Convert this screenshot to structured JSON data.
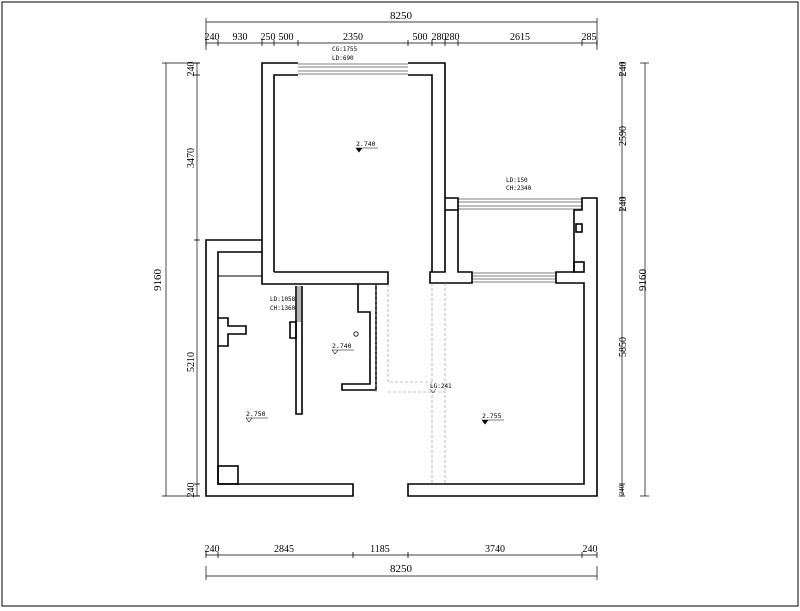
{
  "dimensions": {
    "top_total": "8250",
    "top_segments": [
      "240",
      "930",
      "250",
      "500",
      "2350",
      "500",
      "280",
      "280",
      "2615",
      "285"
    ],
    "bottom_total": "8250",
    "bottom_segments": [
      "240",
      "2845",
      "1185",
      "3740",
      "240"
    ],
    "left_total": "9160",
    "left_segments": [
      "240",
      "3470",
      "5210",
      "240"
    ],
    "right_total": "9160",
    "right_segments": [
      "240",
      "2590",
      "240",
      "5850",
      "240"
    ]
  },
  "annotations": {
    "top_window_cg": "CG:1755",
    "top_window_ld": "LD:690",
    "right_window_ld": "LD:150",
    "right_window_ch": "CH:2340",
    "left_window_ld": "LD:1058",
    "left_window_ch": "CH:1360",
    "beam_lg": "LG:241"
  },
  "elevations": {
    "top_room": "2.740",
    "middle_room": "2.740",
    "left_room": "2.750",
    "right_room": "2.755"
  }
}
